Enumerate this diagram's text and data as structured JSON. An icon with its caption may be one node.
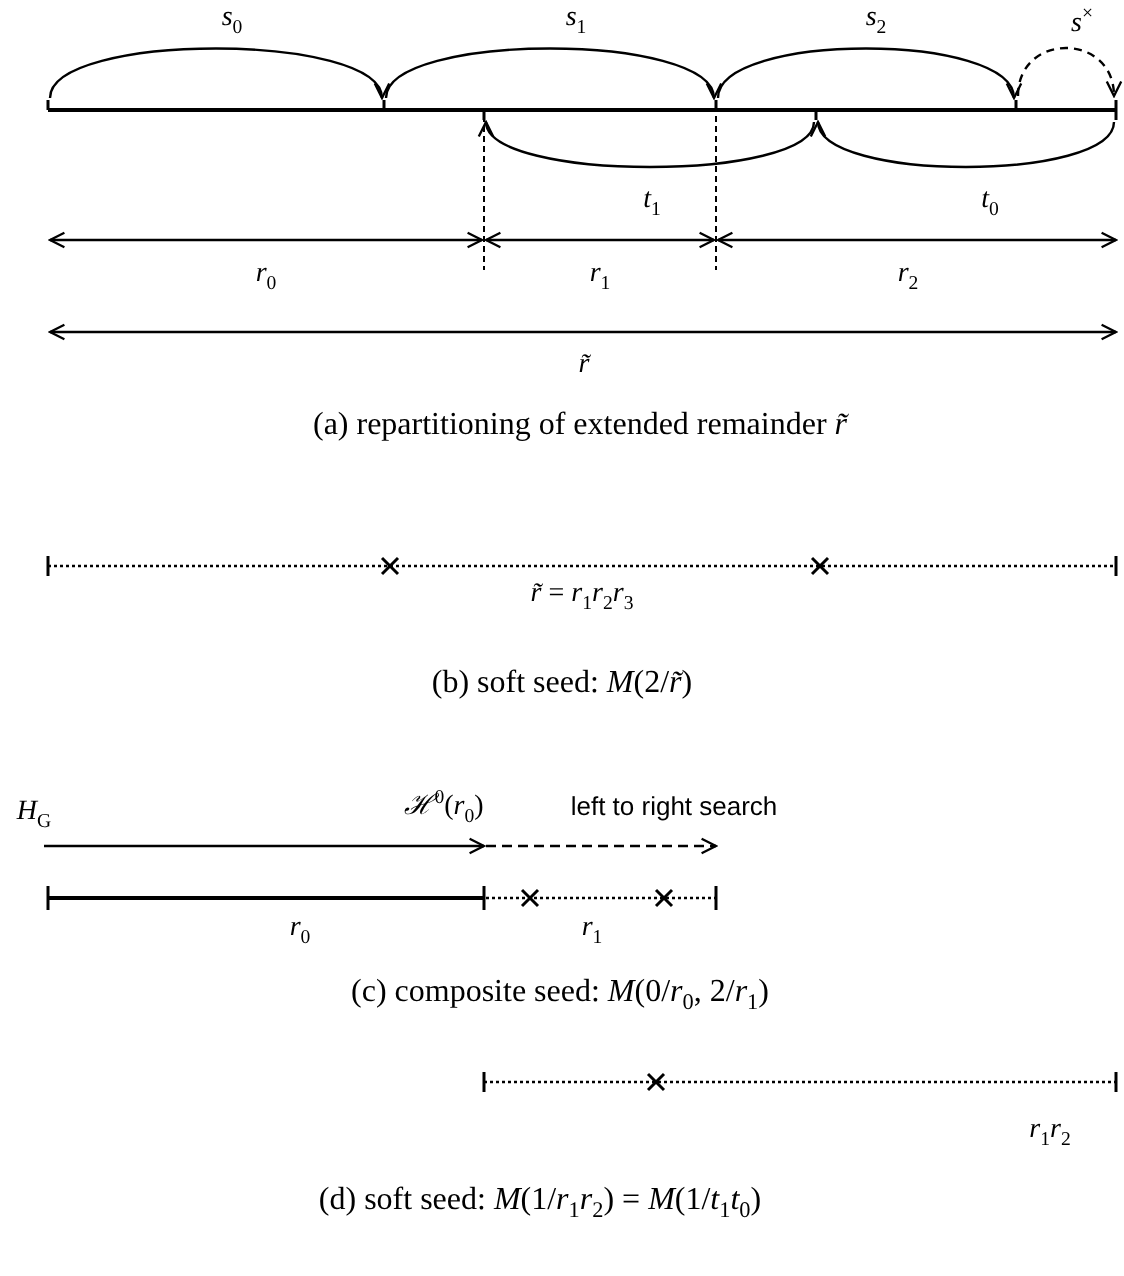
{
  "diagram": {
    "labels": [
      "*s*$_{0}$",
      "*s*$_{1}$",
      "*s*$_{2}$",
      "*s*$^{×}$",
      "*t*$_{1}$",
      "*t*$_{0}$",
      "*r*$_{0}$",
      "*r*$_{1}$",
      "*r*$_{2}$",
      "*r̃*",
      "(a)  repartitioning of extended remainder *r̃*",
      "*r̃* = *r*$_{1}$*r*$_{2}$*r*$_{3}$",
      "(b)  soft seed: *M*(2/*r̃*)",
      "*H*$_{G}$",
      "*ℋ*$^{0}$(*r*$_{0}$)",
      "left to right search",
      "*r*$_{0}$",
      "*r*$_{1}$",
      "(c)  composite seed: *M*(0/*r*$_{0}$, 2/*r*$_{1}$)",
      "*r*$_{1}$*r*$_{2}$",
      "(d)  soft seed: *M*(1/*r*$_{1}$*r*$_{2}$) = *M*(1/*t*$_{1}$*t*$_{0}$)"
    ]
  }
}
